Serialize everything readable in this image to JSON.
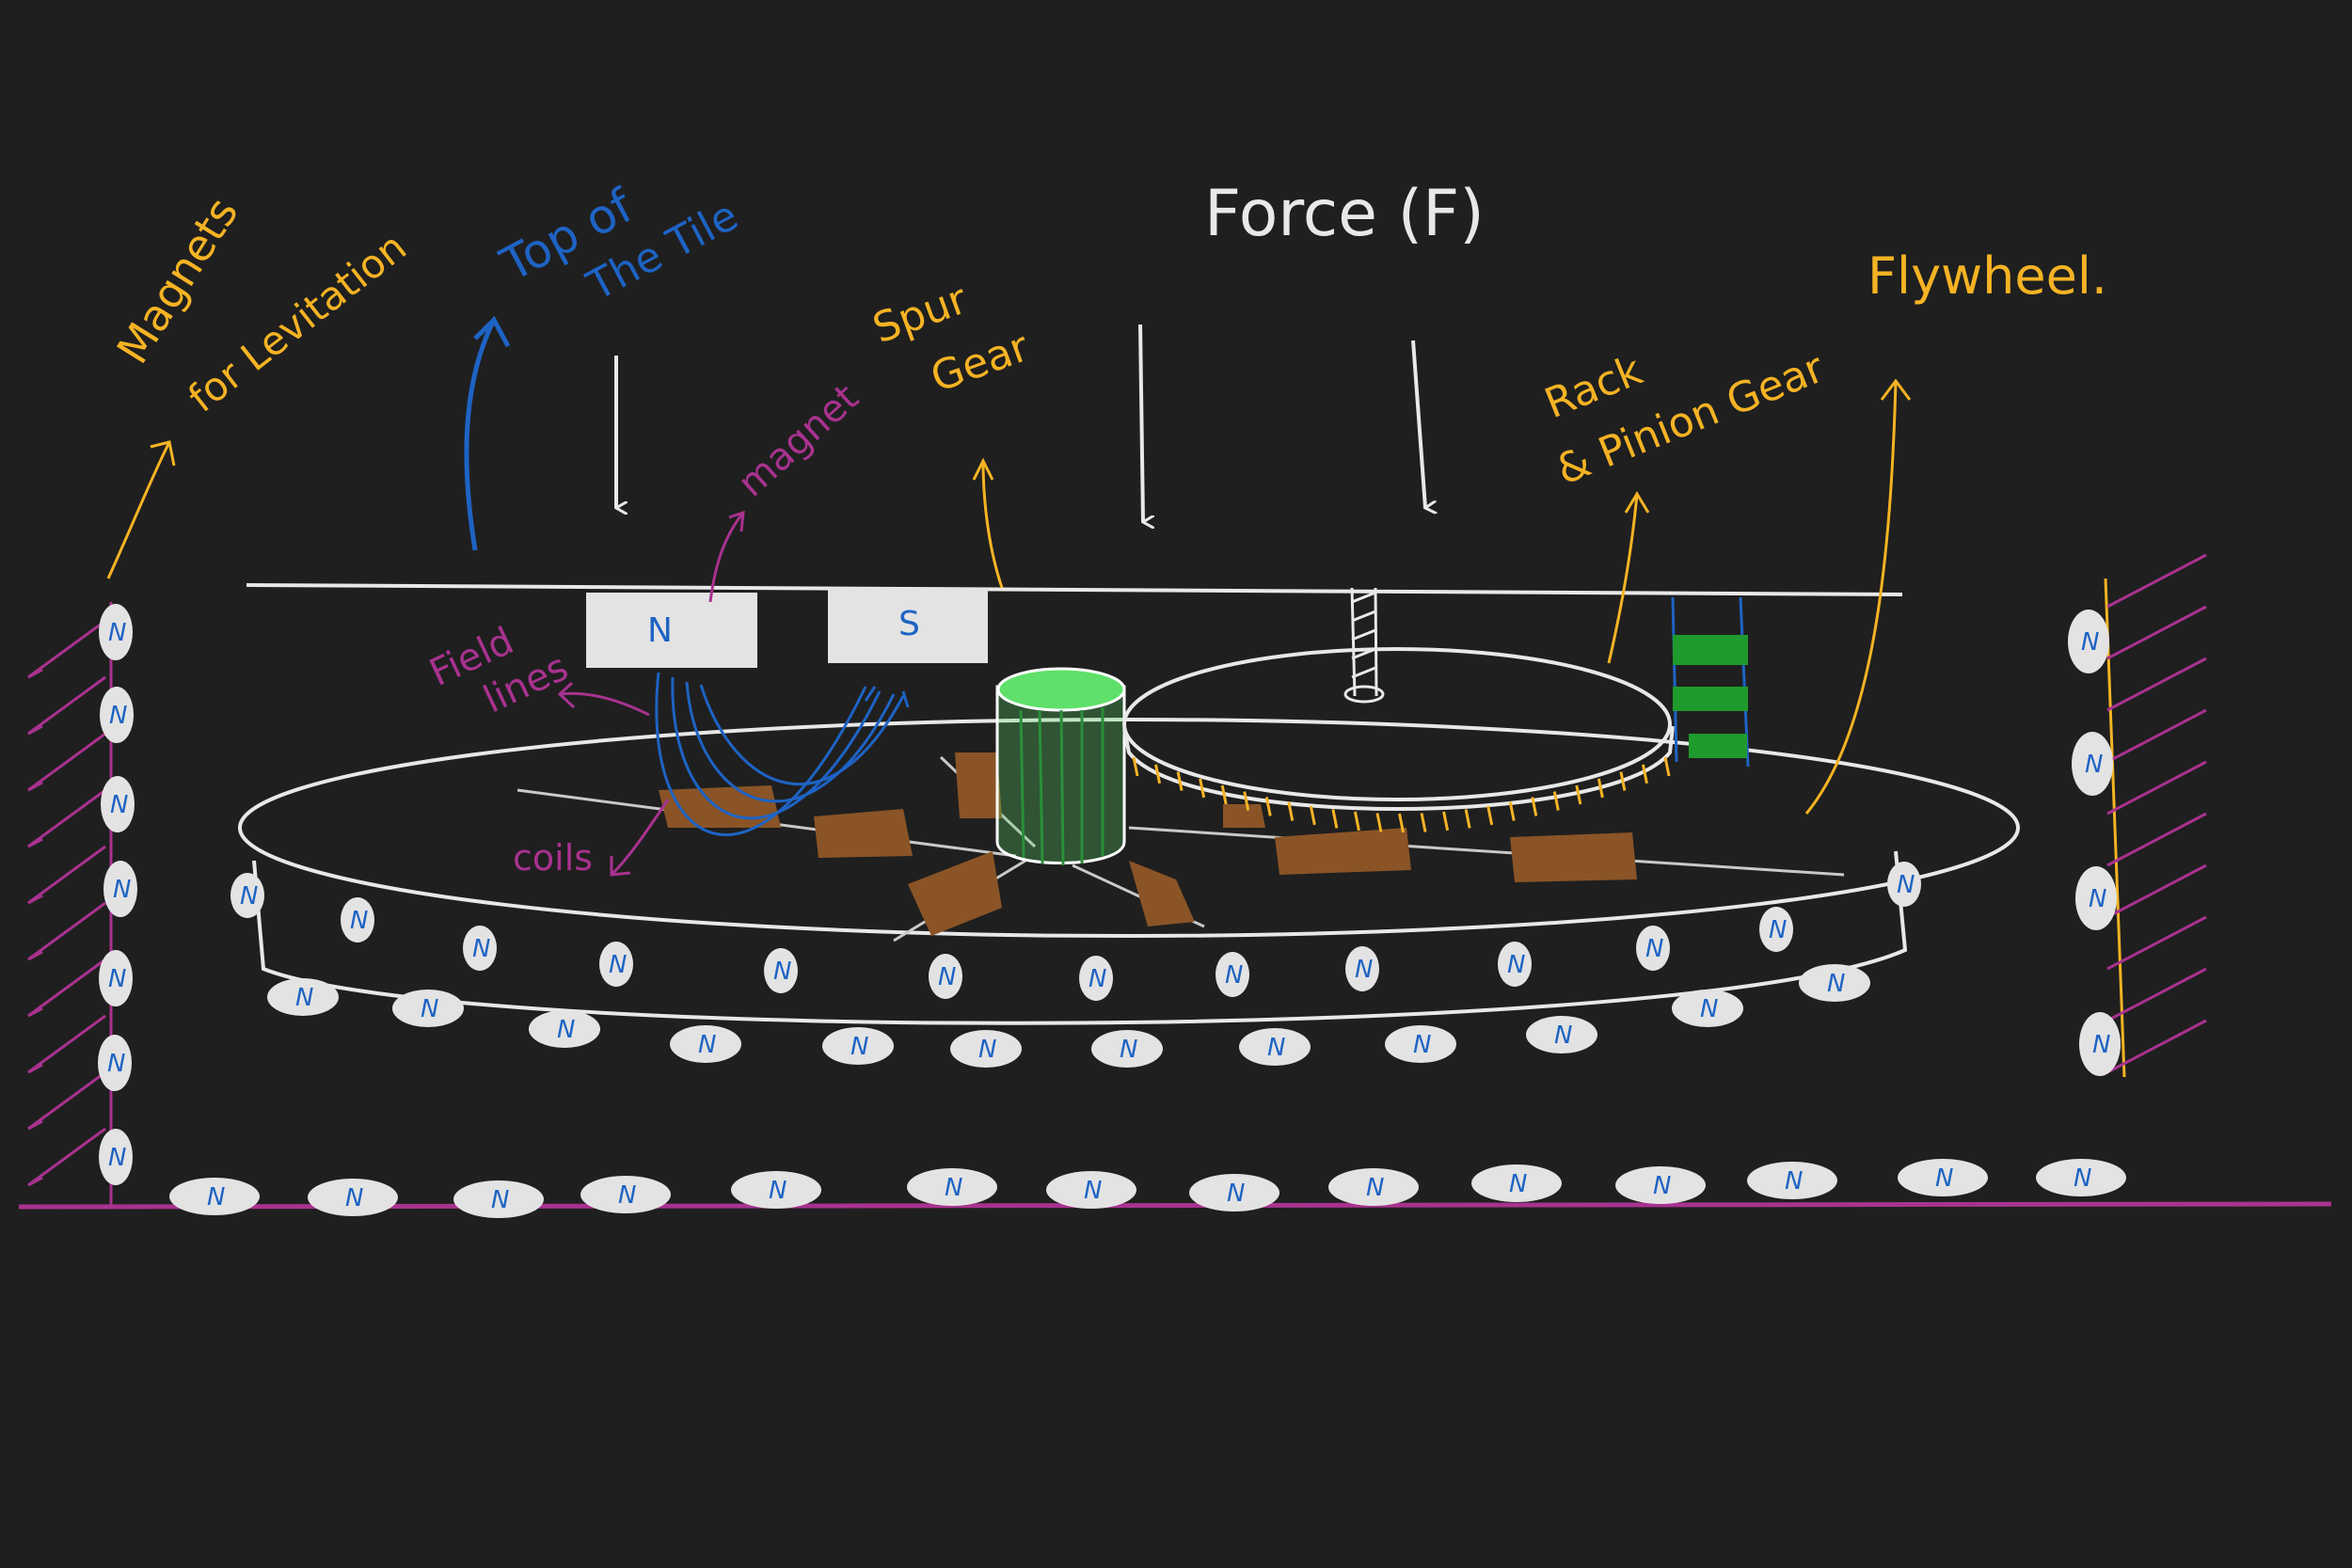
{
  "labels": {
    "force": "Force (F)",
    "top_of_tile_line1": "Top of",
    "top_of_tile_line2": "The Tile",
    "magnets_line1": "Magnets",
    "magnets_line2": "for Levitation",
    "spur_gear_line1": "Spur",
    "spur_gear_line2": "Gear",
    "magnet": "magnet",
    "field_lines_line1": "Field",
    "field_lines_line2": "lines",
    "coils": "coils",
    "rack_pinion_line1": "Rack",
    "rack_pinion_line2": "& Pinion Gear",
    "flywheel": "Flywheel."
  },
  "magnet_blocks": {
    "north": "N",
    "south": "S"
  },
  "pole_marker": "N",
  "colors": {
    "background": "#1f1f1f",
    "label_yellow": "#f5b324",
    "label_blue": "#1e63c4",
    "label_white": "#e8e8e8",
    "label_magenta": "#a8328f",
    "coil_brown": "#8a5426",
    "spur_gear_green": "#5fe06a",
    "rack_green": "#1f9a2c",
    "magnet_white": "#e3e3e3"
  }
}
